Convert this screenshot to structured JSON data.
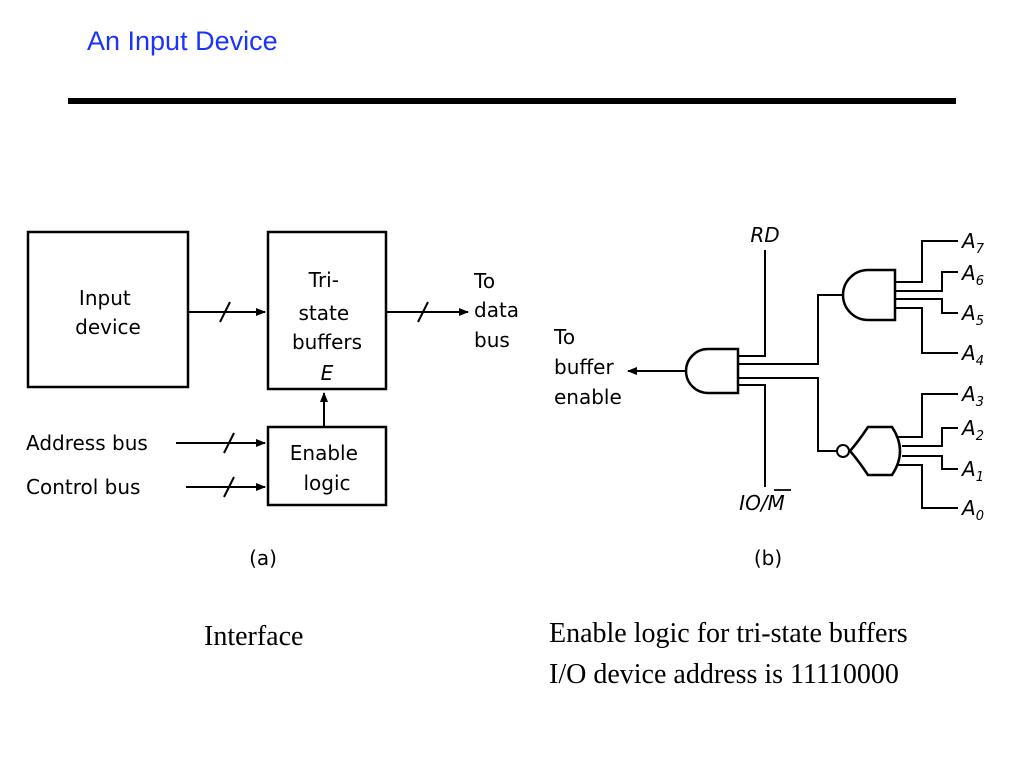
{
  "slide": {
    "title": "An Input Device"
  },
  "figure_a": {
    "input_device": [
      "Input",
      "device"
    ],
    "tristate": [
      "Tri-",
      "state",
      "buffers"
    ],
    "enable_pin": "E",
    "to_data_bus": [
      "To",
      "data",
      "bus"
    ],
    "enable_logic": [
      "Enable",
      "logic"
    ],
    "address_bus": "Address bus",
    "control_bus": "Control bus",
    "label": "(a)"
  },
  "figure_b": {
    "rd": "RD",
    "io_m": "IO/M",
    "to_buffer_enable": [
      "To",
      "buffer",
      "enable"
    ],
    "address_lines": [
      {
        "letter": "A",
        "sub": "7"
      },
      {
        "letter": "A",
        "sub": "6"
      },
      {
        "letter": "A",
        "sub": "5"
      },
      {
        "letter": "A",
        "sub": "4"
      },
      {
        "letter": "A",
        "sub": "3"
      },
      {
        "letter": "A",
        "sub": "2"
      },
      {
        "letter": "A",
        "sub": "1"
      },
      {
        "letter": "A",
        "sub": "0"
      }
    ],
    "label": "(b)"
  },
  "captions": {
    "interface": "Interface",
    "enable_logic_line1": "Enable logic for tri-state buffers",
    "enable_logic_line2": "I/O device address is 11110000"
  }
}
